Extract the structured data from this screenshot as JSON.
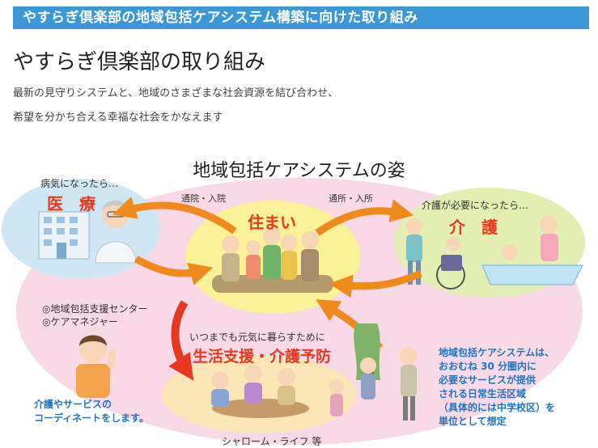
{
  "banner": "やすらぎ倶楽部の地域包括ケアシステム構築に向けた取り組み",
  "page_title": "やすらぎ倶楽部の取り組み",
  "intro": [
    "最新の見守りシステムと、地域のさまざまな社会資源を結び合わせ、",
    "希望を分かち合える幸福な社会をかなえます"
  ],
  "diagram": {
    "title": "地域包括ケアシステムの姿",
    "medical": {
      "caption": "病気になったら…",
      "label": "医　療"
    },
    "housing": {
      "label": "住まい"
    },
    "care": {
      "caption": "介護が必要になったら…",
      "label": "介　護"
    },
    "arrow_left_label": "通院・入院",
    "arrow_right_label": "通所・入所",
    "support": {
      "caption": "いつまでも元気に暮らすために",
      "label": "生活支援・介護予防",
      "footer": "シャローム・ライフ 等"
    },
    "coordinator": {
      "lines": [
        "◎地域包括支援センター",
        "◎ケアマネジャー"
      ],
      "note": [
        "介護やサービスの",
        "コーディネートをします。"
      ]
    },
    "system_note": [
      "地域包括ケアシステムは、",
      "おおむね 30 分圏内に",
      "必要なサービスが提供",
      "される日常生活区域",
      "（具体的には中学校区）を",
      "単位として想定"
    ]
  },
  "colors": {
    "banner": "#3b97d6",
    "accent_red": "#e8381f",
    "arrow_orange": "#f08a1c",
    "note_blue": "#1f74c4",
    "medical_bg": "#cfe6f5",
    "housing_bg": "#fbf196",
    "care_bg": "#e2eeb2",
    "support_bg": "#fbe6b8",
    "region_pink": "#f9d9e6"
  },
  "icons": [
    "hospital-icon",
    "doctor-icon",
    "family-icon",
    "wheelchair-icon",
    "bath-icon",
    "elderly-group-icon",
    "exercising-seniors-icon",
    "care-manager-icon",
    "tree-icon"
  ]
}
